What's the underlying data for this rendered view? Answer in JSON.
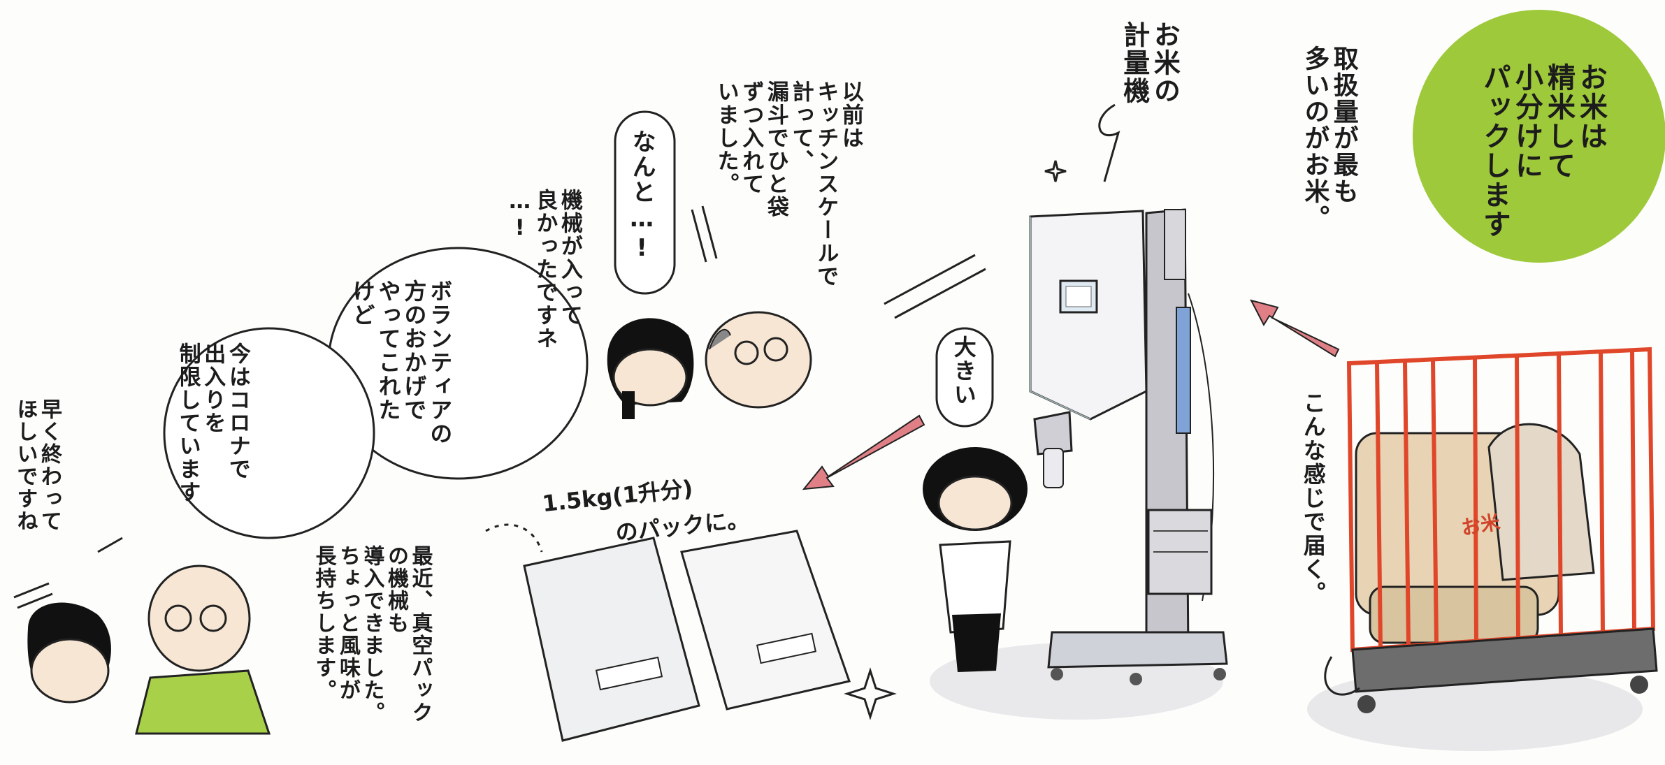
{
  "colors": {
    "accent_green": "#9ec93a",
    "arrow_pink": "#e07f86",
    "cart_red": "#e0472a",
    "shirt_green": "#a9d049",
    "ink": "#1c1c1c"
  },
  "headline": "お米は\n精米して\n小分けに\nパックします",
  "rice_note": "取扱量が最も\n多いのがお米。",
  "weigher_label": "お米の\n計量機",
  "cart_caption": "こんな感じで届く。",
  "machine_reaction": "大きい",
  "pack_caption_line1": "1.5kg(1升分)",
  "pack_caption_line2": "のパックに。",
  "vacuum_note": "最近、真空パック\nの機械も\n導入できました。\nちょっと風味が\n長持ちします。",
  "past_method": "以前は\nキッチンスケールで\n計って、\n漏斗でひと袋\nずつ入れて\nいました。",
  "surprise": "なんと…!",
  "machine_good": "機械が入って\n良かったですネ\n…!",
  "volunteer_bubble": "ボランティアの\n方のおかげで\nやってこれた\nけど",
  "covid_bubble": "今はコロナで\n出入りを\n制限しています",
  "hope_end": "早く終わって\nほしいですね",
  "bag_label": "お米",
  "icons": [
    "sparkle-icon",
    "arrow-icon",
    "speech-bubble"
  ]
}
